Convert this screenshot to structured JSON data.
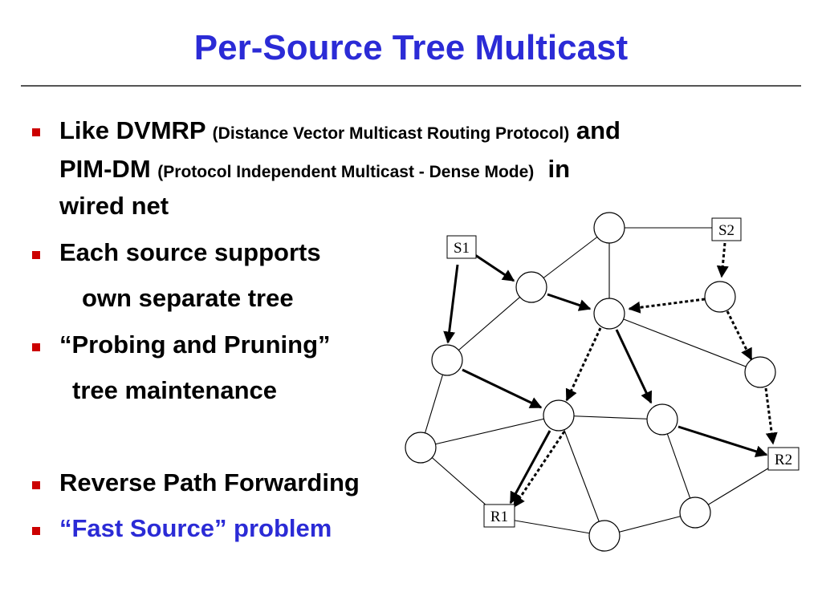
{
  "title": "Per-Source Tree Multicast",
  "bullets": {
    "b1": {
      "main1": "Like DVMRP ",
      "paren1": "(Distance Vector Multicast Routing Protocol)",
      "and": " and",
      "main2": "PIM-DM ",
      "paren2": "(Protocol Independent Multicast - Dense Mode)",
      "in": "  in",
      "main3": "wired net"
    },
    "b2": {
      "line1": "Each source supports",
      "line2": "own separate tree"
    },
    "b3": {
      "line1": "“Probing and Pruning”",
      "line2": "tree maintenance"
    },
    "b4": {
      "text": "Reverse Path Forwarding"
    },
    "b5": {
      "text": "“Fast Source” problem"
    }
  },
  "diagram": {
    "labels": {
      "s1": "S1",
      "s2": "S2",
      "r1": "R1",
      "r2": "R2"
    }
  },
  "colors": {
    "title": "#2b2bd6",
    "bullet": "#cc0000",
    "highlight": "#2b2bd6"
  }
}
